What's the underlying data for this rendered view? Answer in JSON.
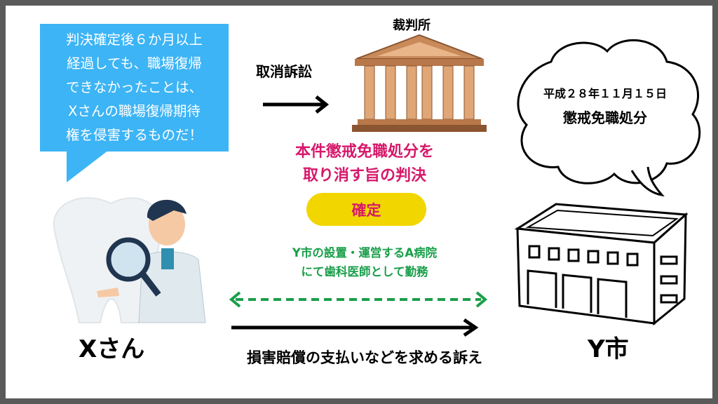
{
  "speech_bubble": {
    "lines": [
      "判決確定後６か月以上",
      "経過しても、職場復帰",
      "できなかったことは、",
      "Xさんの職場復帰期待",
      "権を侵害するものだ！"
    ]
  },
  "court": {
    "label": "裁判所",
    "action_label": "取消訴訟"
  },
  "judgment": {
    "lines": [
      "本件懲戒免職処分を",
      "取り消す旨の判決"
    ],
    "status": "確定"
  },
  "employment": {
    "lines": [
      "Y市の設置・運営するA病院",
      "にて歯科医師として勤務"
    ]
  },
  "lawsuit_label": "損害賠償の支払いなどを求める訴え",
  "plaintiff": "Xさん",
  "defendant": "Y市",
  "thought_bubble": {
    "date": "平成２８年１１月１５日",
    "action": "懲戒免職処分"
  },
  "colors": {
    "blue": "#3db4f5",
    "magenta": "#d6186a",
    "yellow": "#f2d600",
    "green": "#1a9e4a",
    "frame": "#5a5a5a"
  }
}
